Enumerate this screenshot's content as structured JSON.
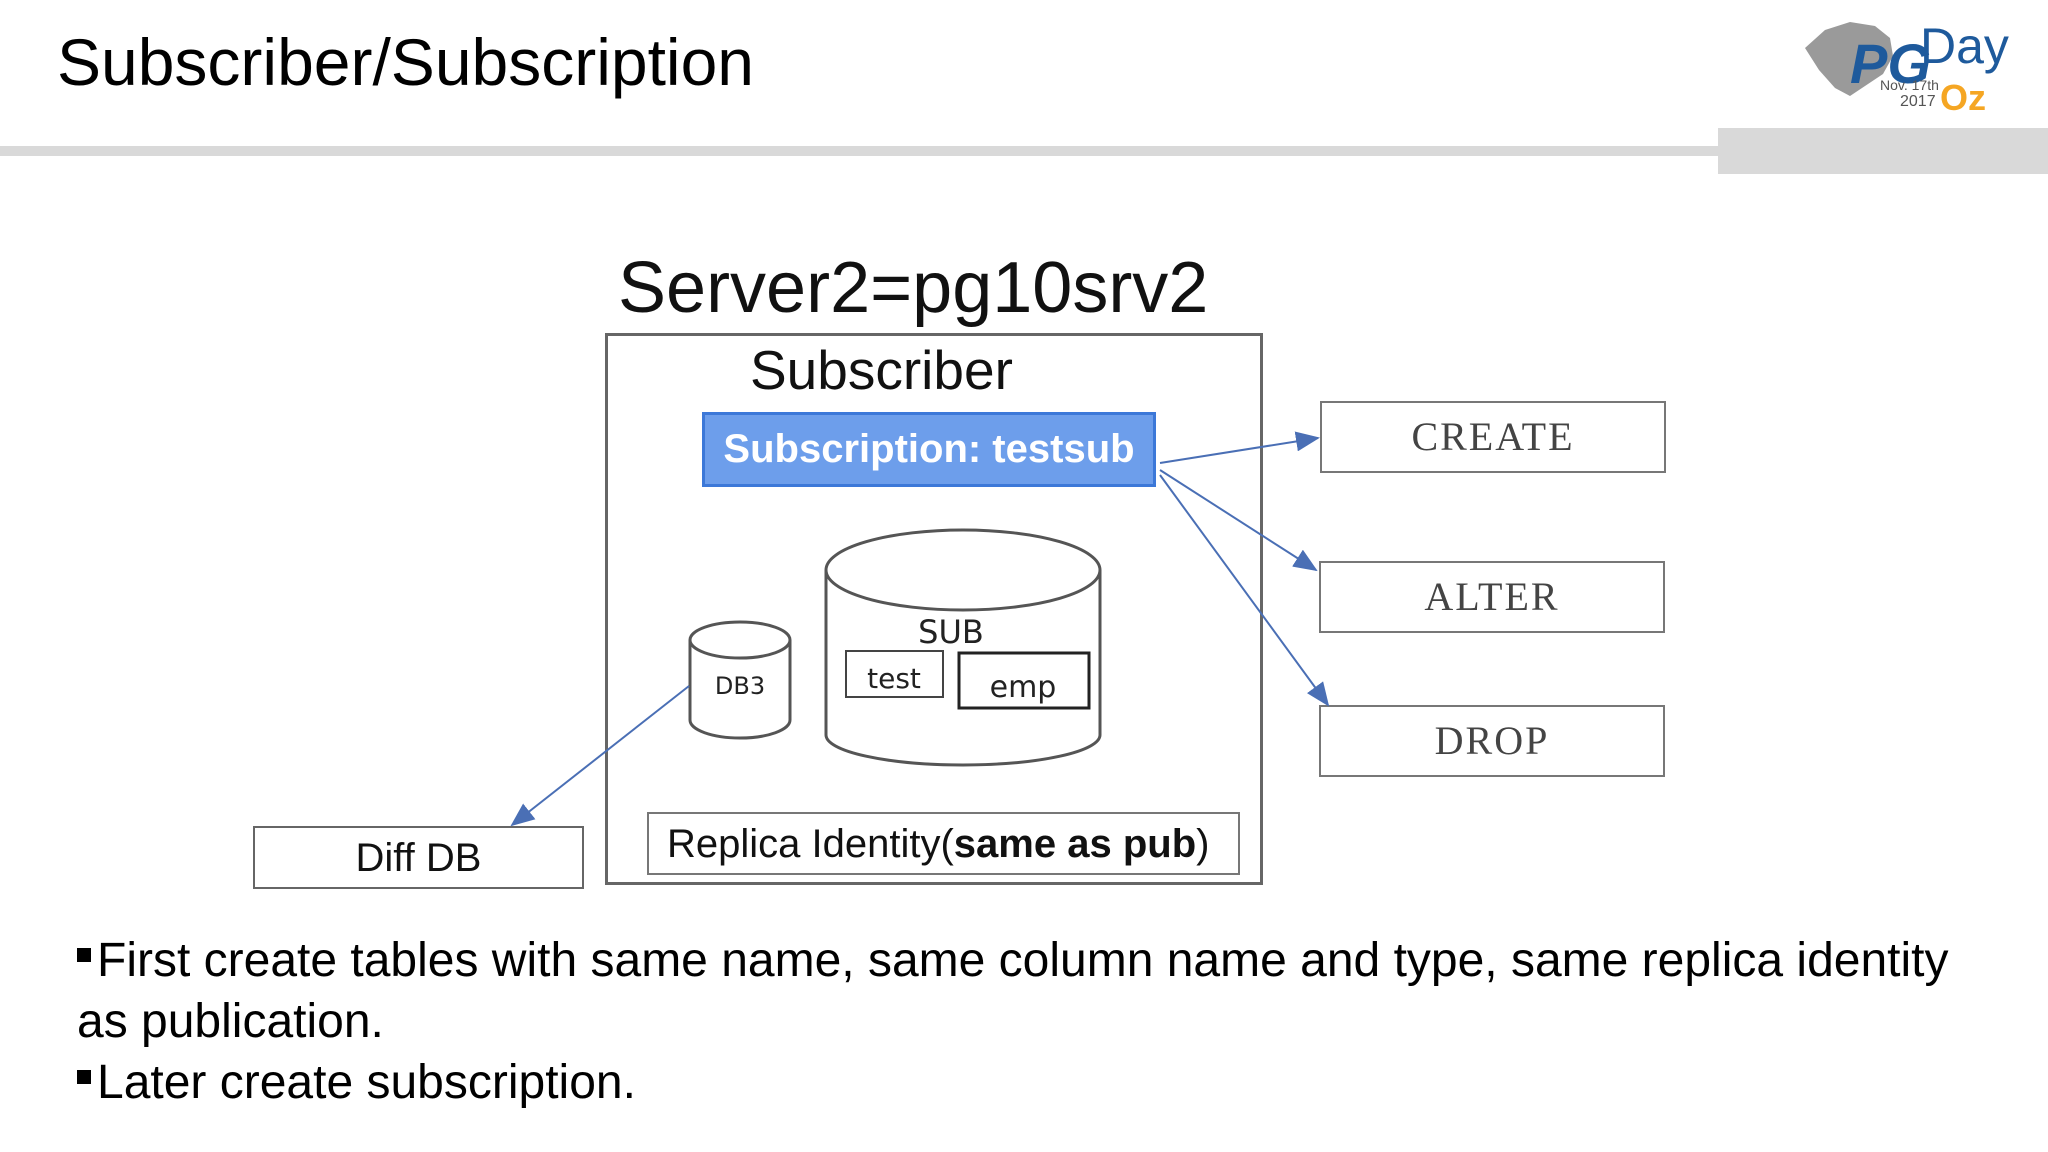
{
  "slide": {
    "title": "Subscriber/Subscription",
    "logo": {
      "brand": "PGDay",
      "date": "Nov. 17th",
      "year": "2017",
      "suffix": "Oz"
    }
  },
  "diagram": {
    "server_label": "Server2=pg10srv2",
    "subscriber_label": "Subscriber",
    "subscription_label": "Subscription: testsub",
    "commands": [
      "CREATE",
      "ALTER",
      "DROP"
    ],
    "db3_label": "DB3",
    "sub_db": {
      "label": "SUB",
      "tables": [
        "test",
        "emp"
      ]
    },
    "diff_db_label": "Diff DB",
    "replica_identity": {
      "prefix": "Replica Identity(",
      "bold": "same as pub",
      "suffix": ")"
    }
  },
  "bullets": [
    "First create tables with same name, same column name and type, same replica identity as publication.",
    "Later create subscription."
  ],
  "colors": {
    "subscription_fill": "#6d9eeb",
    "arrow": "#4a6fb5",
    "logo_blue": "#1e5a9c",
    "logo_orange": "#f5a623"
  }
}
